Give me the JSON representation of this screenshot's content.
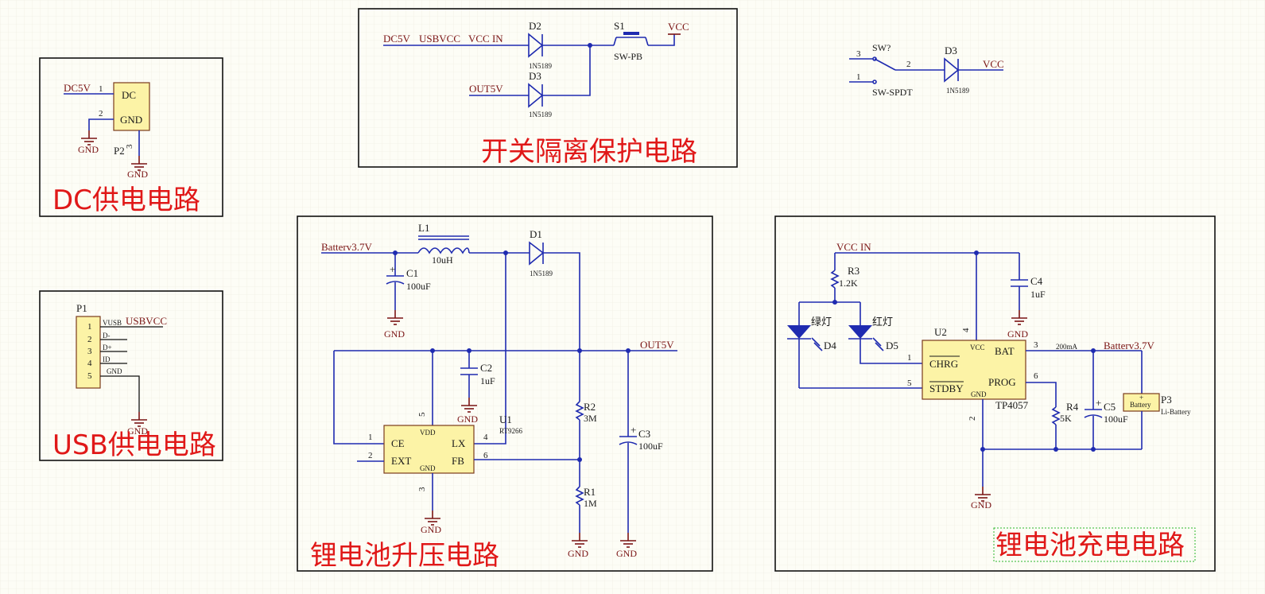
{
  "titles": {
    "dc": "DC供电电路",
    "usb": "USB供电电路",
    "switch": "开关隔离保护电路",
    "boost": "锂电池升压电路",
    "charge": "锂电池充电电路"
  },
  "nets": {
    "dc5v": "DC5V",
    "usbvcc": "USBVCC",
    "vcc_in": "VCC IN",
    "vcc": "VCC",
    "out5v": "OUT5V",
    "battery": "Batterv3.7V",
    "gnd": "GND"
  },
  "dc": {
    "designator": "P2",
    "pin_dc": "DC",
    "pin_gnd": "GND",
    "pins": [
      "1",
      "2",
      "3"
    ]
  },
  "usb": {
    "designator": "P1",
    "pins": [
      "1",
      "2",
      "3",
      "4",
      "5"
    ],
    "pin_names": [
      "VUSB",
      "D-",
      "D+",
      "ID",
      "GND"
    ]
  },
  "switch": {
    "d2": "D2",
    "d3": "D3",
    "d_value": "1N5189",
    "s1": "S1",
    "s1_value": "SW-PB",
    "out5v": "OUT5V"
  },
  "spdt": {
    "designator": "SW?",
    "value": "SW-SPDT",
    "pins": [
      "3",
      "1",
      "2"
    ],
    "diode": "D3",
    "diode_value": "1N5189"
  },
  "boost": {
    "l1": "L1",
    "l1_value": "10uH",
    "d1": "D1",
    "d1_value": "1N5189",
    "c1": "C1",
    "c1_value": "100uF",
    "c2": "C2",
    "c2_value": "1uF",
    "c3": "C3",
    "c3_value": "100uF",
    "r1": "R1",
    "r1_value": "1M",
    "r2": "R2",
    "r2_value": "3M",
    "u1": "U1",
    "u1_value": "RT9266",
    "u1_pins": {
      "ce": "CE",
      "ext": "EXT",
      "lx": "LX",
      "fb": "FB",
      "vdd": "VDD",
      "gnd": "GND"
    },
    "u1_nums": [
      "1",
      "2",
      "3",
      "4",
      "5",
      "6"
    ]
  },
  "charge": {
    "r3": "R3",
    "r3_value": "1.2K",
    "c4": "C4",
    "c4_value": "1uF",
    "d4": "D4",
    "d4_label": "绿灯",
    "d5": "D5",
    "d5_label": "红灯",
    "u2": "U2",
    "u2_value": "TP4057",
    "u2_pins": {
      "vcc": "VCC",
      "bat": "BAT",
      "chrg": "CHRG",
      "prog": "PROG",
      "stdby": "STDBY",
      "gnd": "GND"
    },
    "u2_nums": [
      "1",
      "2",
      "3",
      "4",
      "5",
      "6"
    ],
    "current": "200mA",
    "r4": "R4",
    "r4_value": "5K",
    "c5": "C5",
    "c5_value": "100uF",
    "p3": "P3",
    "p3_value": "Li-Battery",
    "p3_body": "Battery"
  },
  "colors": {
    "wire": "#1f2bb0",
    "title": "#e01818",
    "net": "#7a1414",
    "component_body": "#fcf3a6"
  }
}
